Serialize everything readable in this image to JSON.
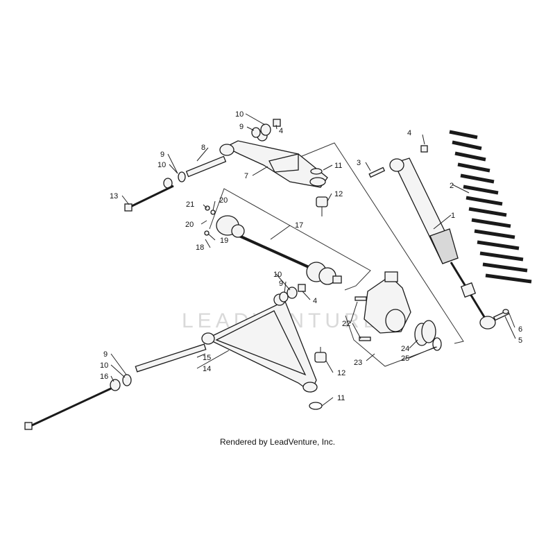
{
  "watermark": "LEADVENTURE",
  "caption": "Rendered by LeadVenture, Inc.",
  "callouts": {
    "c1": "1",
    "c2": "2",
    "c3": "3",
    "c4a": "4",
    "c4b": "4",
    "c4c": "4",
    "c5": "5",
    "c6": "6",
    "c7": "7",
    "c8": "8",
    "c9a": "9",
    "c9b": "9",
    "c9c": "9",
    "c9d": "9",
    "c10a": "10",
    "c10b": "10",
    "c10c": "10",
    "c10d": "10",
    "c11a": "11",
    "c11b": "11",
    "c12a": "12",
    "c12b": "12",
    "c13": "13",
    "c14": "14",
    "c15": "15",
    "c16": "16",
    "c17": "17",
    "c18": "18",
    "c19": "19",
    "c20a": "20",
    "c20b": "20",
    "c21": "21",
    "c22": "22",
    "c23": "23",
    "c24": "24",
    "c25": "25"
  }
}
